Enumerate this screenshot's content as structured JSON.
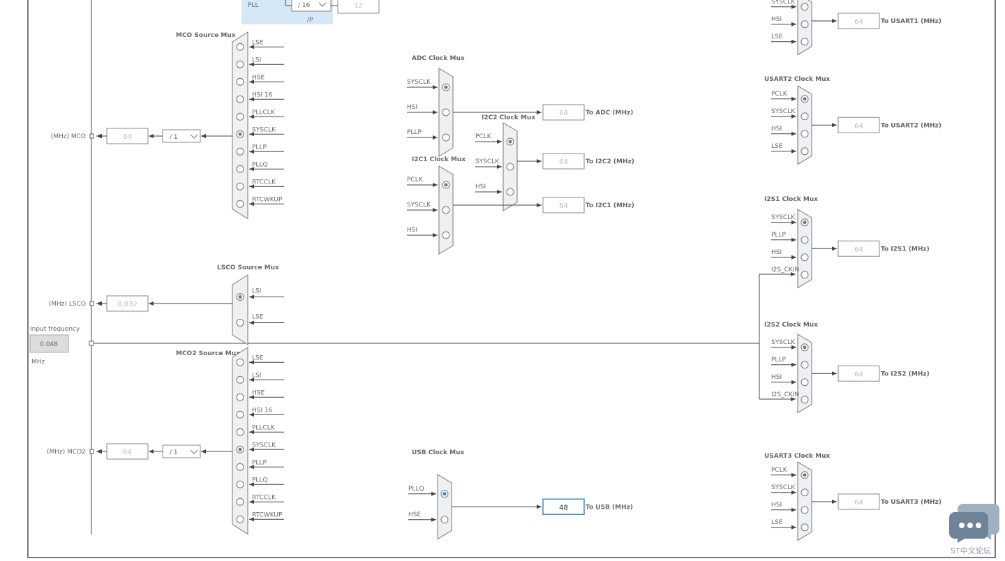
{
  "pll": {
    "label": "PLL",
    "divider": "/ 16",
    "value": "12",
    "p_label": "/P"
  },
  "mco": {
    "title": "MCO Source Mux",
    "inputs": [
      "LSE",
      "LSI",
      "HSE",
      "HSI 16",
      "PLLCLK",
      "SYSCLK",
      "PLLP",
      "PLLQ",
      "RTCCLK",
      "RTCWKUP"
    ],
    "selected_index": 5,
    "divider": "/ 1",
    "value": "64",
    "output_label": "(MHz) MCO"
  },
  "lsco": {
    "title": "LSCO Source Mux",
    "inputs": [
      "LSI",
      "LSE"
    ],
    "selected_index": 0,
    "value": "0.032",
    "output_label": "(MHz) LSCO"
  },
  "input_freq": {
    "label": "Input frequency",
    "value": "0.048",
    "unit": "MHz"
  },
  "mco2": {
    "title": "MCO2 Source Mux",
    "inputs": [
      "LSE",
      "LSI",
      "HSE",
      "HSI 16",
      "PLLCLK",
      "SYSCLK",
      "PLLP",
      "PLLQ",
      "RTCCLK",
      "RTCWKUP"
    ],
    "selected_index": 5,
    "divider": "/ 1",
    "value": "64",
    "output_label": "(MHz) MCO2"
  },
  "adc": {
    "title": "ADC Clock Mux",
    "inputs": [
      "SYSCLK",
      "HSI",
      "PLLP"
    ],
    "selected_index": 0,
    "value": "64",
    "output_label": "To ADC (MHz)"
  },
  "i2c2": {
    "title": "I2C2 Clock Mux",
    "inputs": [
      "PCLK",
      "SYSCLK",
      "HSI"
    ],
    "selected_index": 0,
    "value": "64",
    "output_label": "To I2C2 (MHz)"
  },
  "i2c1": {
    "title": "I2C1 Clock Mux",
    "inputs": [
      "PCLK",
      "SYSCLK",
      "HSI"
    ],
    "selected_index": 0,
    "value": "64",
    "output_label": "To I2C1 (MHz)"
  },
  "usb": {
    "title": "USB Clock Mux",
    "inputs": [
      "PLLQ",
      "HSE"
    ],
    "selected_index": 0,
    "value": "48",
    "output_label": "To USB (MHz)"
  },
  "usart1": {
    "inputs": [
      "SYSCLK",
      "HSI",
      "LSE"
    ],
    "value": "64",
    "output_label": "To USART1 (MHz)"
  },
  "usart2": {
    "title": "USART2 Clock Mux",
    "inputs": [
      "PCLK",
      "SYSCLK",
      "HSI",
      "LSE"
    ],
    "selected_index": 0,
    "value": "64",
    "output_label": "To USART2 (MHz)"
  },
  "i2s1": {
    "title": "I2S1 Clock Mux",
    "inputs": [
      "SYSCLK",
      "PLLP",
      "HSI",
      "I2S_CKIN"
    ],
    "selected_index": 0,
    "value": "64",
    "output_label": "To I2S1 (MHz)"
  },
  "i2s2": {
    "title": "I2S2 Clock Mux",
    "inputs": [
      "SYSCLK",
      "PLLP",
      "HSI",
      "I2S_CKIN"
    ],
    "selected_index": 0,
    "value": "64",
    "output_label": "To I2S2 (MHz)"
  },
  "usart3": {
    "title": "USART3 Clock Mux",
    "inputs": [
      "PCLK",
      "SYSCLK",
      "HSI",
      "LSE"
    ],
    "selected_index": 0,
    "value": "64",
    "output_label": "To USART3 (MHz)"
  },
  "watermark": {
    "text": "ST中文论坛"
  }
}
